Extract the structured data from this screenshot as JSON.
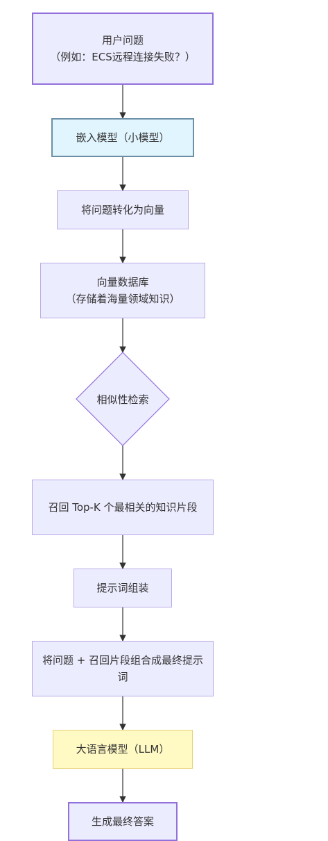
{
  "nodes": {
    "user_question": "用户问题\n（例如：ECS远程连接失败？）",
    "embedding_model": "嵌入模型（小模型）",
    "to_vector": "将问题转化为向量",
    "vector_db": "向量数据库\n（存储着海量领域知识）",
    "similarity_search": "相似性检索",
    "recall_topk": "召回 Top-K 个最相关的知识片段",
    "prompt_assembly": "提示词组装",
    "combine_prompt": "将问题 + 召回片段组合成最终提示词",
    "llm": "大语言模型（LLM）",
    "final_answer": "生成最终答案"
  },
  "colors": {
    "node_fill": "#ececff",
    "node_border": "#9370db",
    "embedding_fill": "#e1f5fe",
    "llm_fill": "#fff9c4",
    "arrow": "#333333"
  }
}
